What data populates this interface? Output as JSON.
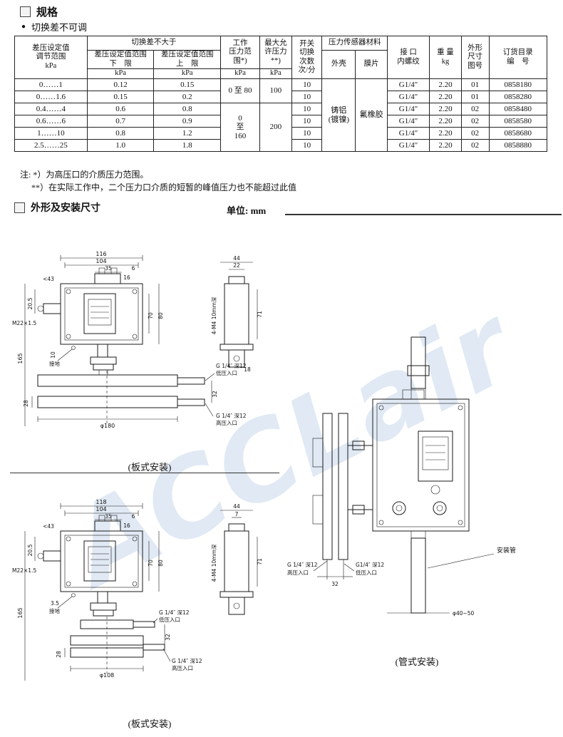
{
  "watermark": "ACCLair",
  "sections": {
    "spec_title": "规格",
    "spec_bullet": "切换差不可调",
    "dim_title": "外形及安装尺寸",
    "unit": "单位: mm"
  },
  "notes": {
    "line1": "注: *）为高压口的介质压力范围。",
    "line2": "**）在实际工作中，二个压力口介质的短暂的峰值压力也不能超过此值"
  },
  "table": {
    "headers": {
      "range": "差压设定值\n调节范围\nkPa",
      "switch_diff": "切换差不大于",
      "low": "差压设定值范围\n下　限",
      "high": "差压设定值范围\n上　限",
      "kpa": "kPa",
      "work_pressure": "工作\n压力范\n围*)",
      "max_pressure": "最大允\n许压力\n**)",
      "freq": "开关\n切换\n次数\n次/分",
      "sensor": "压力传感器材料",
      "shell": "外壳",
      "diaphragm": "膜片",
      "thread": "接 口\n内螺纹",
      "weight": "重 量\nkg",
      "figure": "外形\n尺寸\n图号",
      "order": "订货目录\n编　号"
    },
    "merged": {
      "wp_12": "0 至 80",
      "wp_36": "0\n至\n160",
      "max_12": "100",
      "max_36": "200",
      "shell_all": "铸铝\n(镀镍)",
      "diaphragm_all": "氟橡胶"
    },
    "rows": [
      {
        "range": "0……1",
        "low": "0.12",
        "high": "0.15",
        "freq": "10",
        "thread": "G1/4″",
        "weight": "2.20",
        "figure": "01",
        "order": "0858180"
      },
      {
        "range": "0……1.6",
        "low": "0.15",
        "high": "0.2",
        "freq": "10",
        "thread": "G1/4″",
        "weight": "2.20",
        "figure": "01",
        "order": "0858280"
      },
      {
        "range": "0.4……4",
        "low": "0.6",
        "high": "0.8",
        "freq": "10",
        "thread": "G1/4″",
        "weight": "2.20",
        "figure": "02",
        "order": "0858480"
      },
      {
        "range": "0.6……6",
        "low": "0.7",
        "high": "0.9",
        "freq": "10",
        "thread": "G1/4″",
        "weight": "2.20",
        "figure": "02",
        "order": "0858580"
      },
      {
        "range": "1……10",
        "low": "0.8",
        "high": "1.2",
        "freq": "10",
        "thread": "G1/4″",
        "weight": "2.20",
        "figure": "02",
        "order": "0858680"
      },
      {
        "range": "2.5……25",
        "low": "1.0",
        "high": "1.8",
        "freq": "10",
        "thread": "G1/4″",
        "weight": "2.20",
        "figure": "02",
        "order": "0858880"
      }
    ]
  },
  "d1": {
    "caption": "(板式安装)",
    "dim116": "116",
    "dim104": "104",
    "dim35": "35",
    "dim16": "16",
    "dim6": "6",
    "dim43": "<43",
    "dim205": "20.5",
    "m22": "M22×1.5",
    "dim165": "165",
    "dim10": "10",
    "dim70": "70",
    "dim80": "80",
    "dim44": "44",
    "dim22": "22",
    "dim71": "71",
    "m4": "4-M4 10mm深",
    "dim18": "18",
    "ground": "接地",
    "lp1": "G 1/4″ 深12",
    "lp2": "低压入口",
    "hp1": "G 1/4″ 深12",
    "hp2": "高压入口",
    "dim28": "28",
    "dim32": "32",
    "dia": "φ180"
  },
  "d2": {
    "caption": "(板式安装)",
    "dim118": "118",
    "dim104": "104",
    "dim35": "35",
    "dim16": "16",
    "dim6": "6",
    "dim43": "<43",
    "dim205": "20.5",
    "m22": "M22×1.5",
    "dim165": "165",
    "dim35b": "3.5",
    "dim70": "70",
    "dim80": "80",
    "dim44": "44",
    "dim7": "7",
    "dim71": "71",
    "m4": "4-M4 10mm深",
    "ground": "接地",
    "lp1": "G 1/4″ 深12",
    "lp2": "低压入口",
    "hp1": "G 1/4″ 深12",
    "hp2": "高压入口",
    "dim28": "28",
    "dim32": "32",
    "dia": "φ108"
  },
  "d3": {
    "caption": "(管式安装)",
    "hp1": "G 1/4″ 深12",
    "hp2": "高压入口",
    "dim32": "32",
    "lp1": "G1/4″ 深12",
    "lp2": "低压入口",
    "pipe": "安装管",
    "dia": "φ40~50"
  }
}
